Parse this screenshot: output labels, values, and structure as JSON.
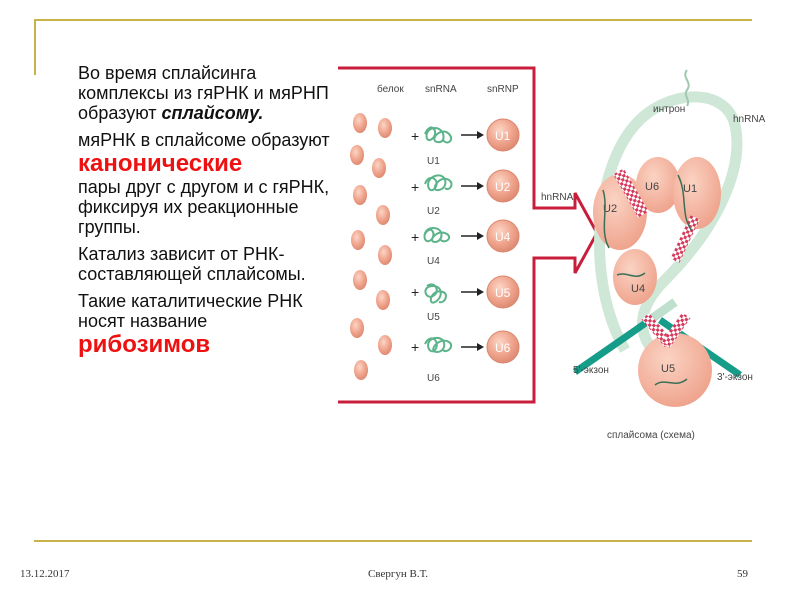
{
  "slide": {
    "paragraphs": [
      {
        "text_before": "Во время сплайсинга комплексы из гяРНК и мяРНП образуют ",
        "emphasis": "сплайсому."
      },
      {
        "text_before": "мяРНК в сплайсоме образуют",
        "emphasis": "канонические",
        "text_after": "пары друг с другом и с гяРНК, фиксируя их реакционные группы."
      },
      {
        "text_before": "Катализ зависит от РНК-составляющей сплайсомы."
      },
      {
        "text_before": "Такие каталитические РНК носят название",
        "emphasis": "рибозимов"
      }
    ]
  },
  "diagram": {
    "headers": {
      "protein": "белок",
      "snrna": "snRNA",
      "snrnp": "snRNP"
    },
    "rows": [
      {
        "snrna": "U1",
        "snrnp": "U1"
      },
      {
        "snrna": "U2",
        "snrnp": "U2"
      },
      {
        "snrna": "U4",
        "snrnp": "U4"
      },
      {
        "snrna": "U5",
        "snrnp": "U5"
      },
      {
        "snrna": "U6",
        "snrnp": "U6"
      }
    ],
    "plus_sign": "+",
    "hnrna_label": "hnRNA",
    "hnrna_label_right": "hnRNA",
    "intron_label": "интрон",
    "exon5_label": "5'-экзон",
    "exon3_label": "3'-экзон",
    "spliceosome_caption": "сплайсома (схема)",
    "spliceosome_particles": [
      "U2",
      "U6",
      "U1",
      "U4",
      "U5"
    ],
    "colors": {
      "particle": "#f0a58e",
      "arrow_frame": "#c81e3c",
      "rna_green": "#5db38a",
      "exon_teal": "#169d8a",
      "checker": "#d63a5c"
    }
  },
  "footer": {
    "date": "13.12.2017",
    "author": "Свергун В.Т.",
    "page": "59"
  }
}
